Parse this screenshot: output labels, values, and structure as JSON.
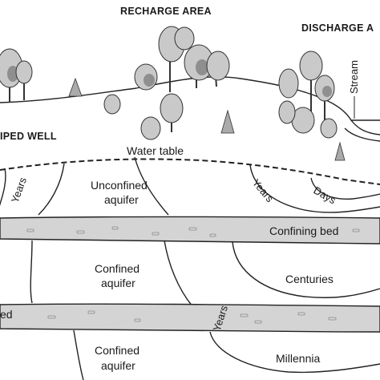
{
  "headers": {
    "recharge": "RECHARGE AREA",
    "discharge": "DISCHARGE A",
    "well": "IPED WELL"
  },
  "labels": {
    "stream": "Stream",
    "water_table": "Water table",
    "years_left": "Years",
    "years_right": "Years",
    "years_bottom": "Years",
    "days": "Days",
    "unconfined_1": "Unconfined",
    "unconfined_2": "aquifer",
    "confining_bed": "Confining bed",
    "confined_1a": "Confined",
    "confined_1b": "aquifer",
    "centuries": "Centuries",
    "bed_left": "ed",
    "confined_2a": "Confined",
    "confined_2b": "aquifer",
    "millennia": "Millennia"
  },
  "colors": {
    "bed_fill": "#d4d4d4",
    "line": "#222222",
    "tree_fill": "#c9c9c9"
  }
}
